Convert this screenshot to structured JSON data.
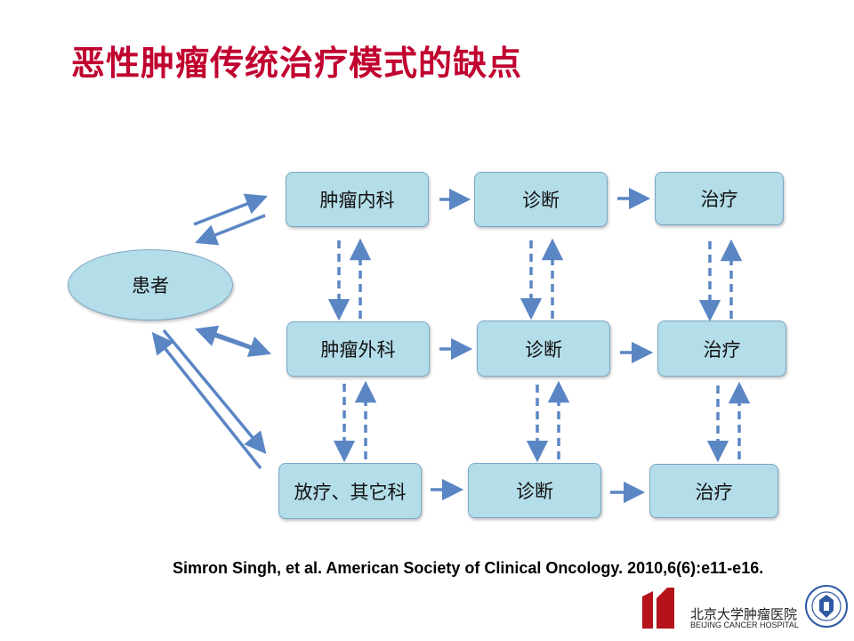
{
  "title": "恶性肿瘤传统治疗模式的缺点",
  "patient": "患者",
  "rows": [
    {
      "dept": "肿瘤内科",
      "diagnose": "诊断",
      "treat": "治疗"
    },
    {
      "dept": "肿瘤外科",
      "diagnose": "诊断",
      "treat": "治疗"
    },
    {
      "dept": "放疗、其它科",
      "diagnose": "诊断",
      "treat": "治疗"
    }
  ],
  "citation": "Simron Singh, et al. American Society of Clinical Oncology. 2010,6(6):e11-e16.",
  "logo": {
    "text_cn": "北京大学肿瘤医院",
    "text_en": "BEIJING CANCER HOSPITAL"
  },
  "colors": {
    "title": "#c0002f",
    "box_fill": "#b3dde8",
    "box_border": "#7aa7c7",
    "arrow": "#5b86c4",
    "logo_red": "#b5121b"
  }
}
